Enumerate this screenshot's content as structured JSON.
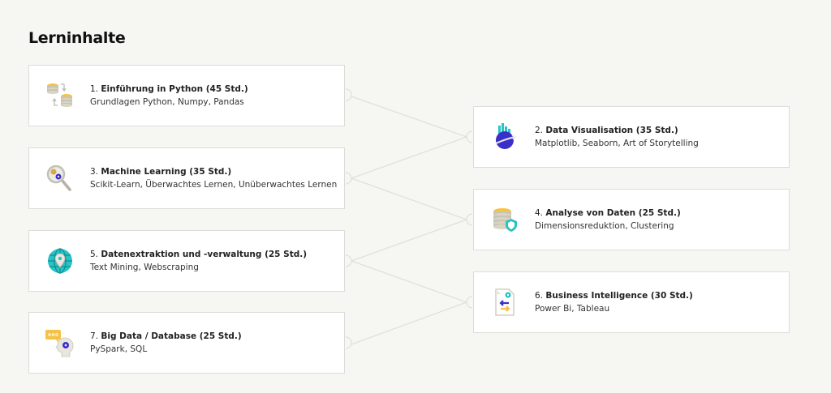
{
  "page": {
    "title": "Lerninhalte"
  },
  "colors": {
    "background": "#f6f6f2",
    "card_border": "#dcdcd8",
    "connector": "#e0e0dc",
    "gold": "#f5c242",
    "teal": "#27c3c6",
    "purple": "#3b2fc9"
  },
  "modules": [
    {
      "number": "1.",
      "name": "Einführung in Python (45 Std.)",
      "topics": "Grundlagen Python, Numpy, Pandas",
      "icon": "database-sync-icon"
    },
    {
      "number": "2.",
      "name": "Data Visualisation (35 Std.)",
      "topics": "Matplotlib, Seaborn, Art of Storytelling",
      "icon": "globe-chart-icon"
    },
    {
      "number": "3.",
      "name": "Machine Learning (35 Std.)",
      "topics": "Scikit-Learn, Überwachtes Lernen, Unüberwachtes Lernen",
      "icon": "magnifier-gears-icon"
    },
    {
      "number": "4.",
      "name": "Analyse von Daten (25 Std.)",
      "topics": "Dimensionsreduktion, Clustering",
      "icon": "database-shield-icon"
    },
    {
      "number": "5.",
      "name": "Datenextraktion und -verwaltung (25 Std.)",
      "topics": "Text Mining, Webscraping",
      "icon": "globe-pin-icon"
    },
    {
      "number": "6.",
      "name": "Business Intelligence (30 Std.)",
      "topics": "Power Bi, Tableau",
      "icon": "document-exchange-icon"
    },
    {
      "number": "7.",
      "name": "Big Data / Database (25 Std.)",
      "topics": "PySpark, SQL",
      "icon": "head-chat-icon"
    }
  ]
}
